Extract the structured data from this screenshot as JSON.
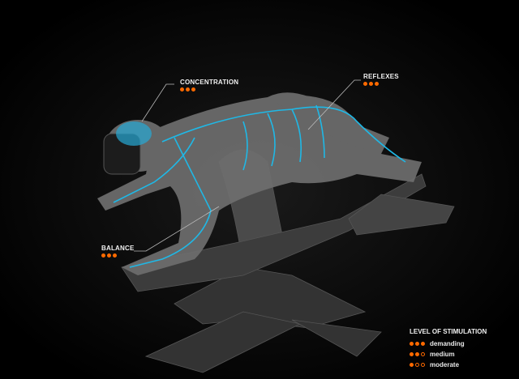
{
  "labels": {
    "concentration": {
      "text": "CONCENTRATION",
      "level": 3
    },
    "reflexes": {
      "text": "REFLEXES",
      "level": 3
    },
    "balance": {
      "text": "BALANCE",
      "level": 3
    }
  },
  "legend": {
    "title": "LEVEL OF STIMULATION",
    "items": [
      {
        "label": "demanding",
        "level": 3
      },
      {
        "label": "medium",
        "level": 2
      },
      {
        "label": "moderate",
        "level": 1
      }
    ]
  },
  "colors": {
    "accent": "#ff6a00",
    "nerve": "#1fb8e6",
    "body": "#6e6e6e",
    "machine": "#3a3a3a"
  }
}
